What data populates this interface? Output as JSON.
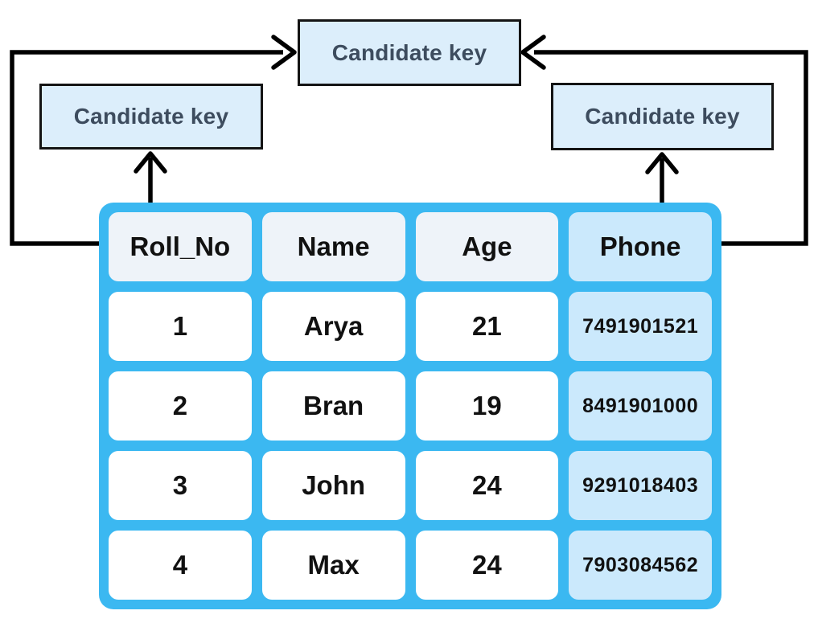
{
  "boxes": {
    "top": {
      "label": "Candidate key"
    },
    "left": {
      "label": "Candidate key"
    },
    "right": {
      "label": "Candidate key"
    }
  },
  "table": {
    "columns": [
      "Roll_No",
      "Name",
      "Age",
      "Phone"
    ],
    "rows": [
      [
        "1",
        "Arya",
        "21",
        "7491901521"
      ],
      [
        "2",
        "Bran",
        "19",
        "8491901000"
      ],
      [
        "3",
        "John",
        "24",
        "9291018403"
      ],
      [
        "4",
        "Max",
        "24",
        "7903084562"
      ]
    ]
  },
  "colors": {
    "cyan": "#3bb8f1",
    "header-fill": "#eef3f9",
    "phone-fill": "#cbe9fc",
    "box-fill": "#dceefb",
    "box-border": "#141414",
    "box-text": "#3d4c5e",
    "cell-text": "#111111",
    "line": "#000000",
    "page-bg": "#ffffff"
  }
}
